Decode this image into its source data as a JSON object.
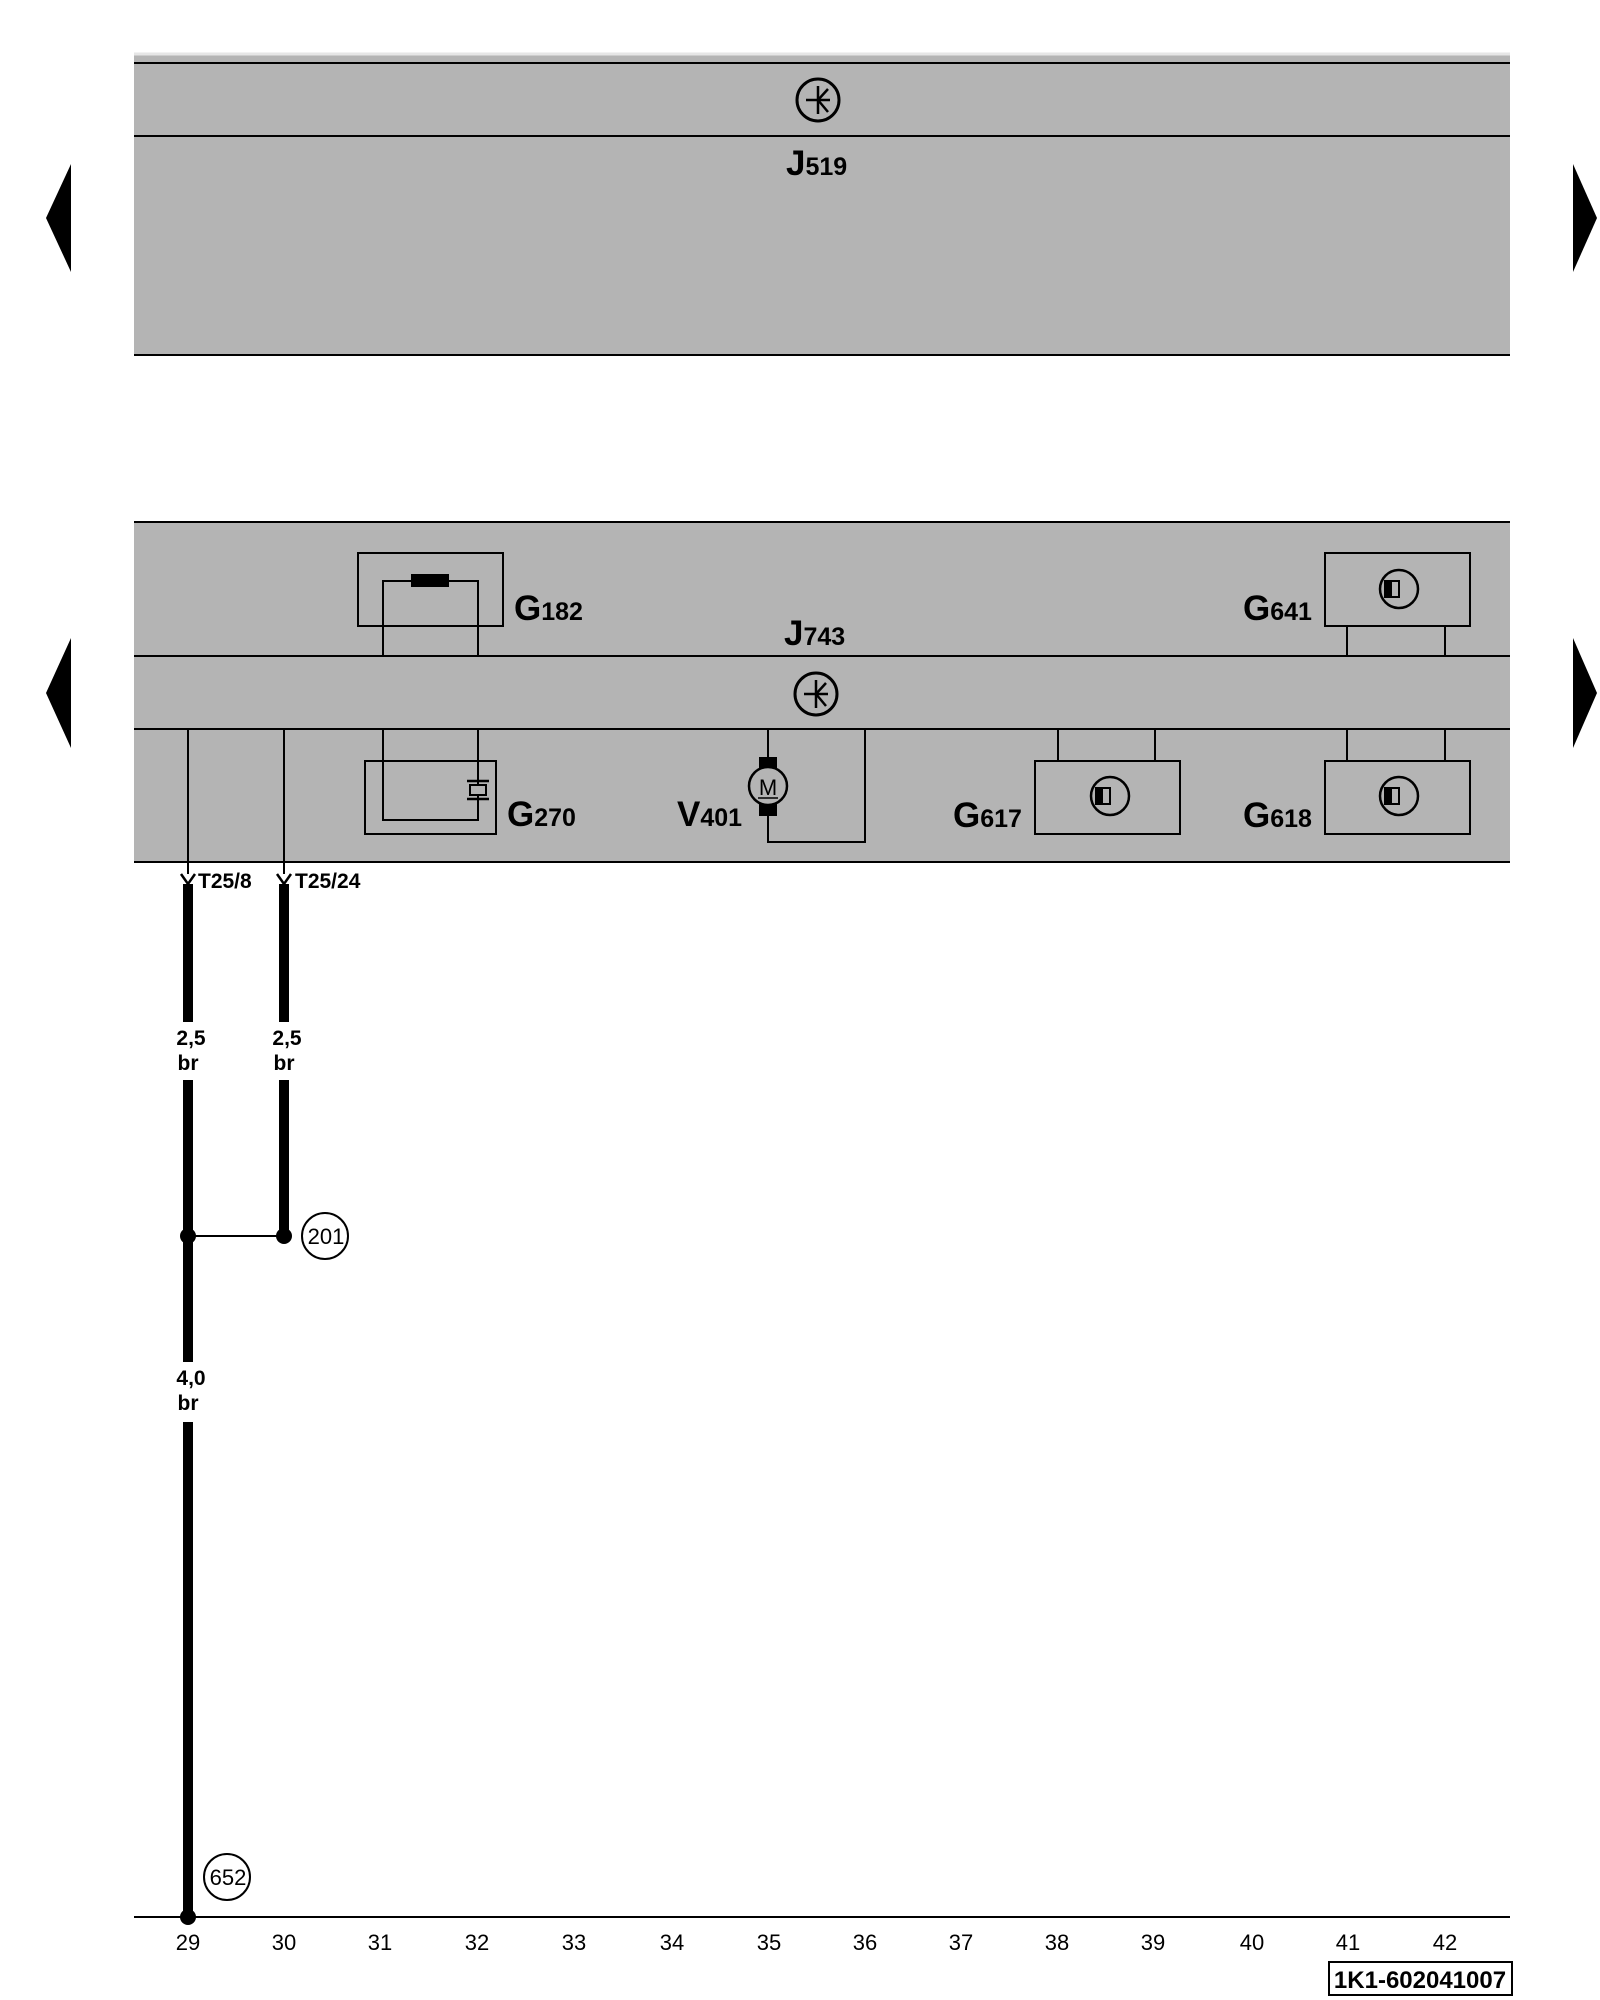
{
  "units": {
    "j519": {
      "letter": "J",
      "number": "519"
    },
    "j743": {
      "letter": "J",
      "number": "743"
    }
  },
  "components": {
    "g182": {
      "letter": "G",
      "number": "182"
    },
    "g641": {
      "letter": "G",
      "number": "641"
    },
    "g270": {
      "letter": "G",
      "number": "270"
    },
    "v401": {
      "letter": "V",
      "number": "401",
      "symbol": "M"
    },
    "g617": {
      "letter": "G",
      "number": "617"
    },
    "g618": {
      "letter": "G",
      "number": "618"
    }
  },
  "connectors": {
    "pin1": "T25/8",
    "pin2": "T25/24"
  },
  "wires": {
    "w1": {
      "size": "2,5",
      "color": "br"
    },
    "w2": {
      "size": "2,5",
      "color": "br"
    },
    "w3": {
      "size": "4,0",
      "color": "br"
    }
  },
  "nodes": {
    "n201": "201",
    "n652": "652"
  },
  "columns": [
    "29",
    "30",
    "31",
    "32",
    "33",
    "34",
    "35",
    "36",
    "37",
    "38",
    "39",
    "40",
    "41",
    "42"
  ],
  "diagram_code": "1K1-602041007",
  "colors": {
    "panel": "#b4b4b4",
    "line": "#000000"
  }
}
